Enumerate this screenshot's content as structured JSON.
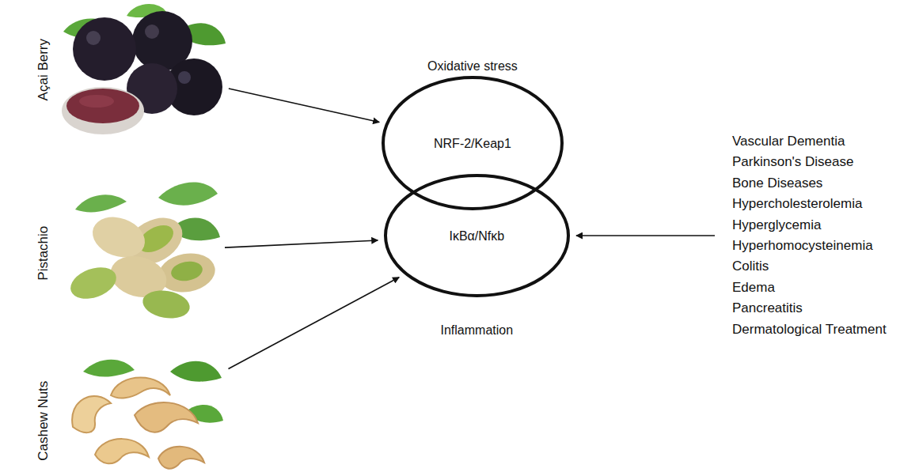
{
  "diagram": {
    "nodes": [
      {
        "text": [
          "Açai Berry"
        ]
      },
      {
        "text": [
          "Pistachio"
        ]
      },
      {
        "text": [
          "Cashew Nuts"
        ]
      },
      {
        "text": [
          "Oxidative stress",
          "NRF-2/Keap1"
        ]
      },
      {
        "text": [
          "IκBα/Nfκb",
          "Inflammation"
        ]
      },
      {
        "text": [
          "Vascular Dementia",
          "Parkinson's Disease",
          "Bone Diseases",
          "Hypercholesterolemia",
          "Hyperglycemia",
          "Hyperhomocysteinemia",
          "Colitis",
          "Edema",
          "Pancreatitis",
          "Dermatological Treatment"
        ]
      }
    ],
    "edges": [
      {
        "from": 0,
        "to": 3,
        "arrow": "to"
      },
      {
        "from": 1,
        "to": 4,
        "arrow": "to"
      },
      {
        "from": 2,
        "to": 4,
        "arrow": "to"
      },
      {
        "from": 5,
        "to": 4,
        "arrow": "to"
      }
    ]
  }
}
